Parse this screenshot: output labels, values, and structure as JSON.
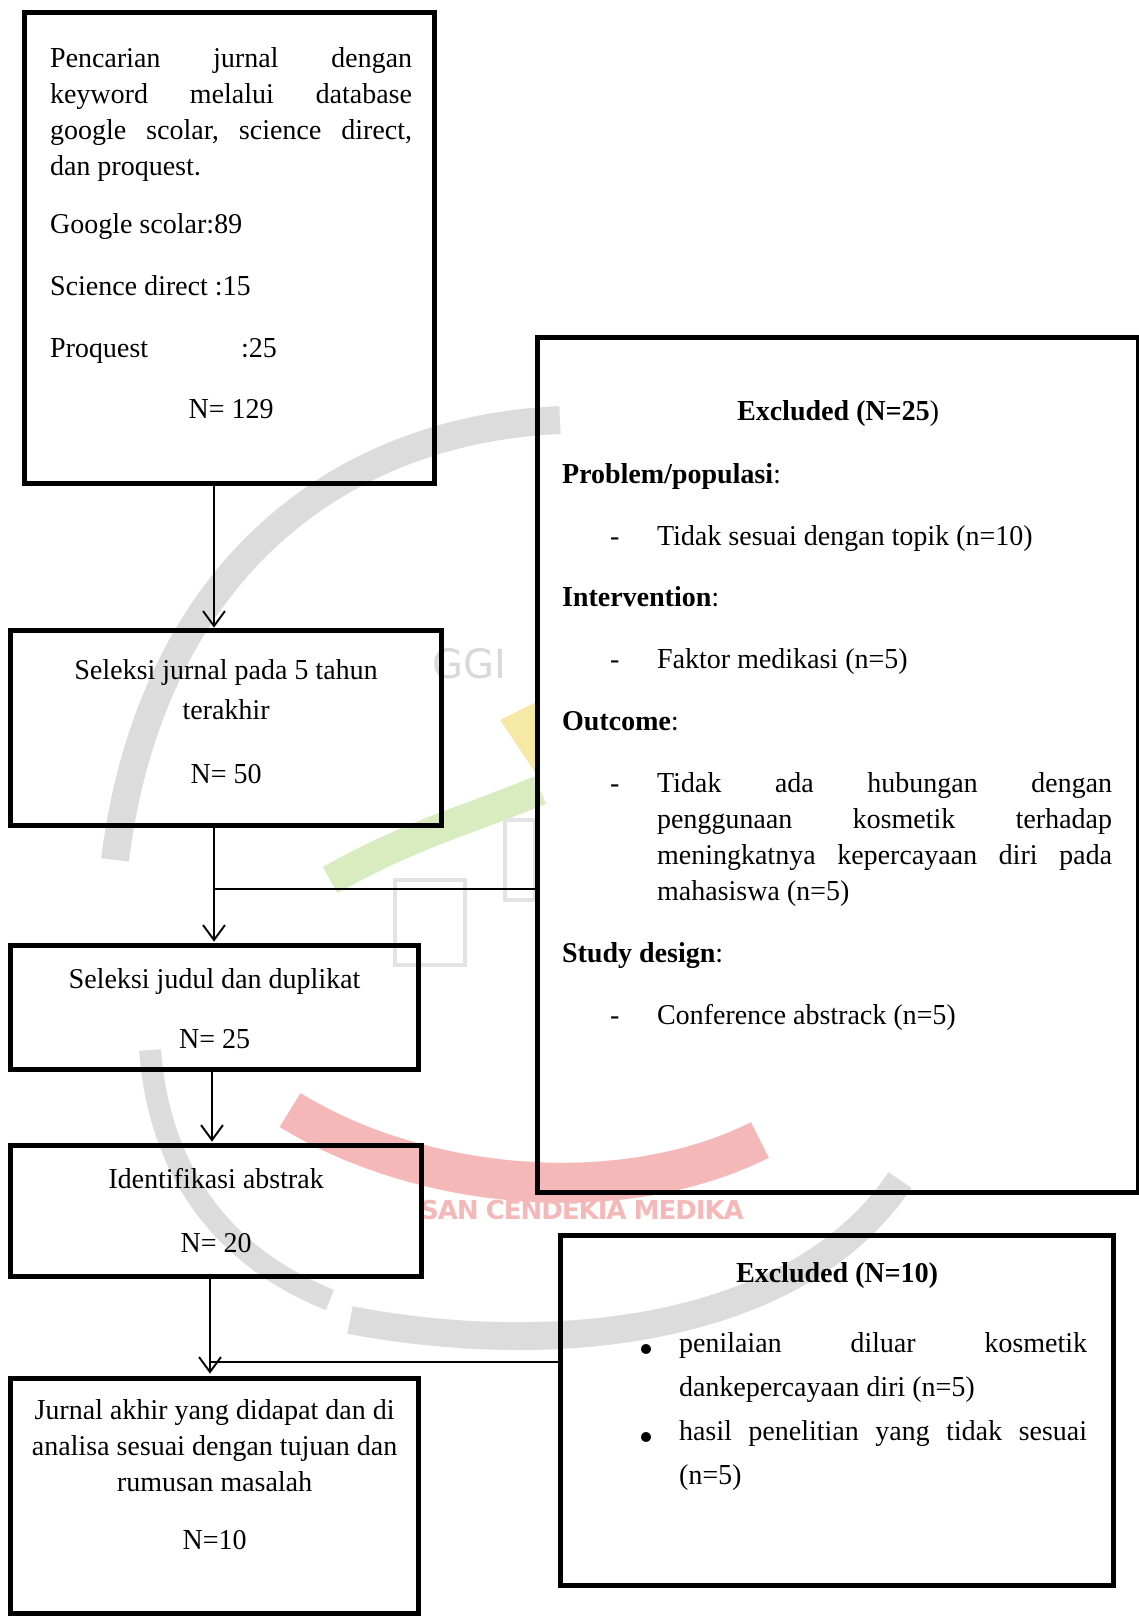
{
  "box_search": {
    "lines": [
      "Pencarian jurnal dengan keyword melalui database google scolar, science direct, dan proquest."
    ],
    "google": "Google scolar:89",
    "science": "Science direct :15",
    "proquest_label": "Proquest",
    "proquest_value": ":25",
    "total": "N= 129"
  },
  "box_selection5": {
    "text": "Seleksi jurnal pada 5 tahun terakhir",
    "total": "N= 50"
  },
  "box_title": {
    "text": "Seleksi judul dan duplikat",
    "total": "N= 25"
  },
  "box_abstract": {
    "text": "Identifikasi abstrak",
    "total": "N= 20"
  },
  "box_final": {
    "text": "Jurnal akhir yang didapat dan di analisa sesuai dengan tujuan dan rumusan masalah",
    "total": "N=10"
  },
  "excluded1": {
    "title": "Excluded (N=25",
    "title_close": ")",
    "sections": [
      {
        "heading": "Problem/populasi",
        "items": [
          "Tidak sesuai dengan topik  (n=10)"
        ]
      },
      {
        "heading": "Intervention",
        "items": [
          "Faktor medikasi (n=5)"
        ]
      },
      {
        "heading": "Outcome",
        "items": [
          "Tidak ada hubungan dengan penggunaan kosmetik terhadap meningkatnya kepercayaan diri pada mahasiswa (n=5)"
        ]
      },
      {
        "heading": "Study design",
        "items": [
          "Conference abstrack (n=5)"
        ]
      }
    ],
    "dash": "-",
    "colon": ":"
  },
  "excluded2": {
    "title": "Excluded (N=10)",
    "items": [
      "penilaian diluar kosmetik dankepercayaan diri (n=5)",
      "hasil penelitian yang tidak sesuai (n=5)"
    ]
  },
  "watermark": {
    "text1": "GGI",
    "text2": "SAN CENDEKIA MEDIKA",
    "color_gray": "#d9d9d9",
    "color_red": "#f4b8b8",
    "color_yellow": "#f6e9a6",
    "color_green": "#d8ecc0"
  }
}
